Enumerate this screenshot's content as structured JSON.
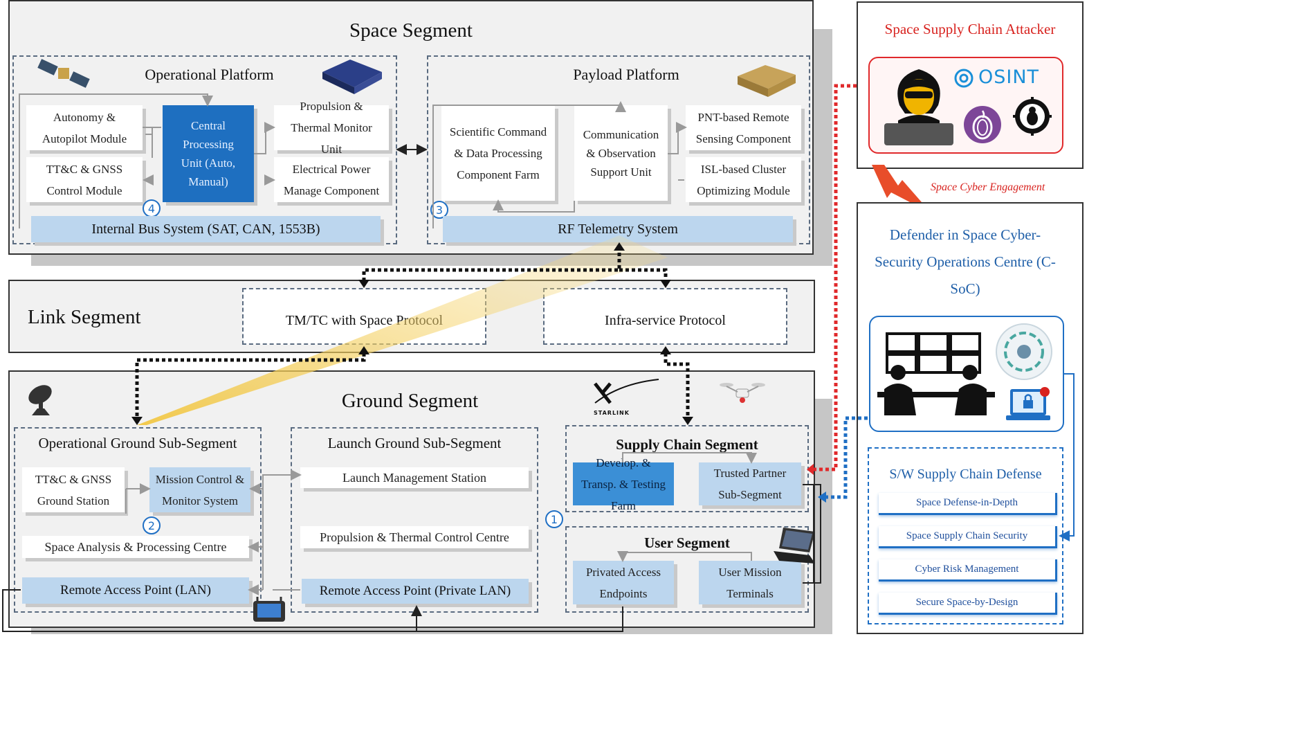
{
  "space": {
    "title": "Space Segment",
    "operational": {
      "title": "Operational Platform",
      "autonomy": "Autonomy & Autopilot Module",
      "ttc": "TT&C & GNSS Control Module",
      "cpu": "Central Processing Unit (Auto, Manual)",
      "propulsion": "Propulsion & Thermal Monitor Unit",
      "electrical": "Electrical Power Manage Component",
      "bus": "Internal Bus System (SAT, CAN, 1553B)",
      "num": "4"
    },
    "payload": {
      "title": "Payload Platform",
      "scientific": "Scientific Command & Data Processing Component Farm",
      "communication": "Communication & Observation Support Unit",
      "pnt": "PNT-based Remote Sensing Component",
      "isl": "ISL-based Cluster Optimizing Module",
      "rf": "RF Telemetry System",
      "num": "3"
    }
  },
  "link": {
    "title": "Link Segment",
    "tmtc": "TM/TC with Space Protocol",
    "infra": "Infra-service Protocol"
  },
  "ground": {
    "title": "Ground Segment",
    "starlink": "STARLINK",
    "operational": {
      "title": "Operational Ground Sub-Segment",
      "ttc": "TT&C & GNSS Ground Station",
      "mission": "Mission Control & Monitor System",
      "analysis": "Space Analysis & Processing Centre",
      "remote": "Remote Access Point (LAN)",
      "num": "2"
    },
    "launch": {
      "title": "Launch Ground Sub-Segment",
      "management": "Launch Management Station",
      "propulsion": "Propulsion & Thermal Control Centre",
      "remote": "Remote Access Point (Private LAN)"
    },
    "supply": {
      "title": "Supply Chain Segment",
      "develop": "Develop. & Transp. & Testing Farm",
      "trusted": "Trusted Partner Sub-Segment"
    },
    "user": {
      "title": "User Segment",
      "privated": "Privated Access Endpoints",
      "terminals": "User Mission Terminals"
    },
    "num": "1"
  },
  "attacker": {
    "title": "Space Supply Chain Attacker",
    "osint": "OSINT",
    "engagement": "Space Cyber Engagement"
  },
  "defender": {
    "title": "Defender in Space Cyber-Security Operations Centre (C-SoC)",
    "defense_title": "S/W Supply Chain Defense",
    "items": [
      "Space Defense-in-Depth",
      "Space Supply Chain Security",
      "Cyber Risk Management",
      "Secure Space-by-Design"
    ]
  },
  "colors": {
    "accent_blue": "#1f6fc4",
    "attacker_red": "#e0292b",
    "light_blue": "#bcd6ee",
    "beam_yellow": "#f2c744"
  }
}
